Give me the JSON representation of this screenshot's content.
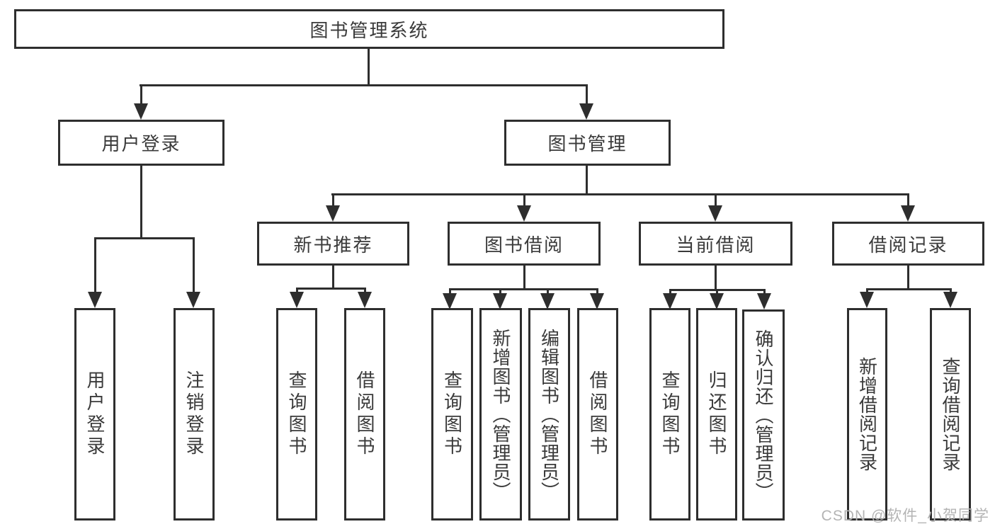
{
  "diagram": {
    "root": {
      "label": "图书管理系统"
    },
    "branches": [
      {
        "label": "用户登录",
        "children": [
          {
            "label": "用户登录"
          },
          {
            "label": "注销登录"
          }
        ]
      },
      {
        "label": "图书管理",
        "children": [
          {
            "label": "新书推荐",
            "children": [
              {
                "label": "查询图书"
              },
              {
                "label": "借阅图书"
              }
            ]
          },
          {
            "label": "图书借阅",
            "children": [
              {
                "label": "查询图书"
              },
              {
                "label": "新增图书（管理员）"
              },
              {
                "label": "编辑图书（管理员）"
              },
              {
                "label": "借阅图书"
              }
            ]
          },
          {
            "label": "当前借阅",
            "children": [
              {
                "label": "查询图书"
              },
              {
                "label": "归还图书"
              },
              {
                "label": "确认归还（管理员）"
              }
            ]
          },
          {
            "label": "借阅记录",
            "children": [
              {
                "label": "新增借阅记录"
              },
              {
                "label": "查询借阅记录"
              }
            ]
          }
        ]
      }
    ]
  },
  "watermark": "CSDN @软件_小贺同学",
  "colors": {
    "line": "#2e2e2e",
    "text": "#3a3a3a",
    "watermark": "#b4b4b4",
    "background": "#ffffff"
  }
}
